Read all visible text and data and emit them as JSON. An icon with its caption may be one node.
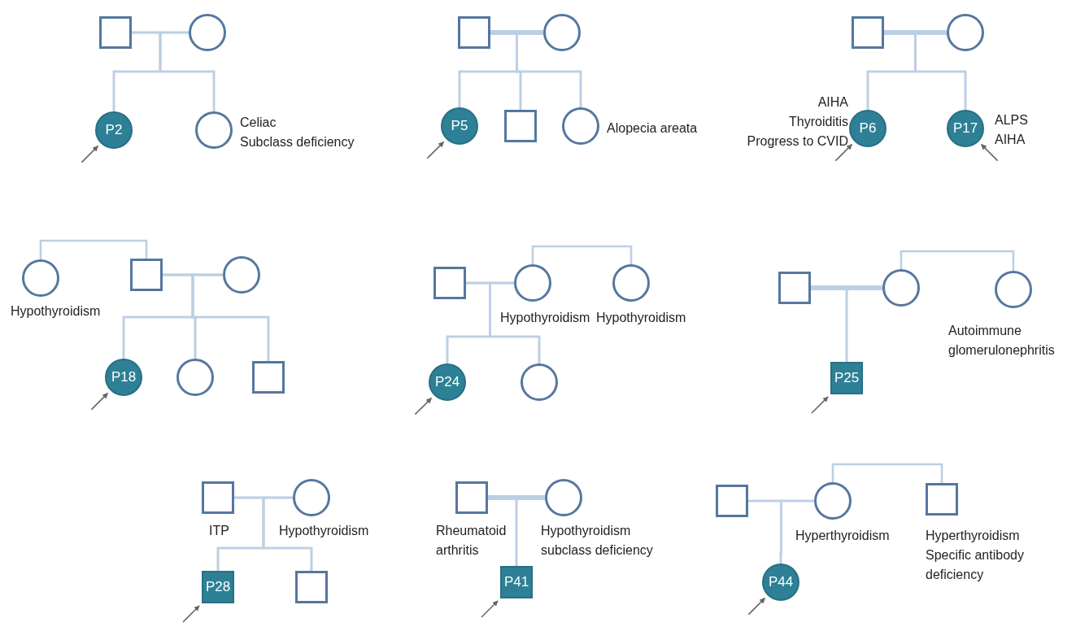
{
  "diagram": {
    "nodes": [
      {
        "text": [],
        "shape": "box"
      },
      {
        "text": [],
        "shape": "circle"
      },
      {
        "text": [
          "P2"
        ]
      },
      {
        "text": [],
        "shape": "circle",
        "beside": [
          "Celiac",
          "Subclass deficiency"
        ]
      },
      {
        "text": [],
        "shape": "box"
      },
      {
        "text": [],
        "shape": "circle"
      },
      {
        "text": [
          "P5"
        ]
      },
      {
        "text": [],
        "shape": "box"
      },
      {
        "text": [],
        "shape": "circle",
        "beside": [
          "Alopecia areata"
        ]
      },
      {
        "text": [],
        "shape": "box"
      },
      {
        "text": [],
        "shape": "circle"
      },
      {
        "text": [
          "P6"
        ],
        "beside": [
          "AIHA",
          "Thyroiditis",
          "Progress to CVID"
        ]
      },
      {
        "text": [
          "P17"
        ],
        "beside": [
          "ALPS",
          "AIHA"
        ]
      },
      {
        "text": [],
        "shape": "circle",
        "beside": [
          "Hypothyroidism"
        ]
      },
      {
        "text": [],
        "shape": "box"
      },
      {
        "text": [],
        "shape": "circle"
      },
      {
        "text": [
          "P18"
        ]
      },
      {
        "text": [],
        "shape": "circle"
      },
      {
        "text": [],
        "shape": "box"
      },
      {
        "text": [],
        "shape": "box"
      },
      {
        "text": [],
        "shape": "circle",
        "beside": [
          "Hypothyroidism"
        ]
      },
      {
        "text": [],
        "shape": "circle",
        "beside": [
          "Hypothyroidism"
        ]
      },
      {
        "text": [
          "P24"
        ]
      },
      {
        "text": [],
        "shape": "circle"
      },
      {
        "text": [],
        "shape": "box"
      },
      {
        "text": [],
        "shape": "circle"
      },
      {
        "text": [],
        "shape": "circle",
        "beside": [
          "Autoimmune glomerulonephritis"
        ]
      },
      {
        "text": [
          "P25"
        ]
      },
      {
        "text": [],
        "shape": "box",
        "beside": [
          "ITP"
        ]
      },
      {
        "text": [],
        "shape": "circle",
        "beside": [
          "Hypothyroidism"
        ]
      },
      {
        "text": [
          "P28"
        ]
      },
      {
        "text": [],
        "shape": "box"
      },
      {
        "text": [],
        "shape": "box",
        "beside": [
          "Rheumatoid arthritis"
        ]
      },
      {
        "text": [],
        "shape": "circle",
        "beside": [
          "Hypothyroidism",
          "subclass deficiency"
        ]
      },
      {
        "text": [
          "P41"
        ]
      },
      {
        "text": [],
        "shape": "box"
      },
      {
        "text": [],
        "shape": "circle",
        "beside": [
          "Hyperthyroidism"
        ]
      },
      {
        "text": [],
        "shape": "box",
        "beside": [
          "Hyperthyroidism",
          "Specific antibody deficiency"
        ]
      },
      {
        "text": [
          "P44"
        ]
      }
    ],
    "edges": [
      {
        "from": 0,
        "to": 1,
        "arrow": "none"
      },
      {
        "from": 0,
        "to": 2,
        "arrow": "none"
      },
      {
        "from": 1,
        "to": 2,
        "arrow": "none"
      },
      {
        "from": 0,
        "to": 3,
        "arrow": "none"
      },
      {
        "from": 1,
        "to": 3,
        "arrow": "none"
      },
      {
        "from": null,
        "to": 2,
        "arrow": "to",
        "color": "#666666"
      },
      {
        "from": 4,
        "to": 5,
        "arrow": "none",
        "style": "thick"
      },
      {
        "from": 4,
        "to": 6,
        "arrow": "none"
      },
      {
        "from": 5,
        "to": 6,
        "arrow": "none"
      },
      {
        "from": 4,
        "to": 7,
        "arrow": "none"
      },
      {
        "from": 5,
        "to": 7,
        "arrow": "none"
      },
      {
        "from": 4,
        "to": 8,
        "arrow": "none"
      },
      {
        "from": 5,
        "to": 8,
        "arrow": "none"
      },
      {
        "from": null,
        "to": 6,
        "arrow": "to",
        "color": "#666666"
      },
      {
        "from": 9,
        "to": 10,
        "arrow": "none",
        "style": "thick"
      },
      {
        "from": 9,
        "to": 11,
        "arrow": "none"
      },
      {
        "from": 10,
        "to": 11,
        "arrow": "none"
      },
      {
        "from": 9,
        "to": 12,
        "arrow": "none"
      },
      {
        "from": 10,
        "to": 12,
        "arrow": "none"
      },
      {
        "from": null,
        "to": 11,
        "arrow": "to",
        "color": "#666666"
      },
      {
        "from": null,
        "to": 12,
        "arrow": "to",
        "color": "#666666"
      },
      {
        "from": 13,
        "to": 14,
        "arrow": "none"
      },
      {
        "from": 14,
        "to": 15,
        "arrow": "none"
      },
      {
        "from": 14,
        "to": 16,
        "arrow": "none"
      },
      {
        "from": 15,
        "to": 16,
        "arrow": "none"
      },
      {
        "from": 14,
        "to": 17,
        "arrow": "none"
      },
      {
        "from": 15,
        "to": 17,
        "arrow": "none"
      },
      {
        "from": 14,
        "to": 18,
        "arrow": "none"
      },
      {
        "from": 15,
        "to": 18,
        "arrow": "none"
      },
      {
        "from": null,
        "to": 16,
        "arrow": "to",
        "color": "#666666"
      },
      {
        "from": 19,
        "to": 20,
        "arrow": "none"
      },
      {
        "from": 20,
        "to": 21,
        "arrow": "none"
      },
      {
        "from": 19,
        "to": 22,
        "arrow": "none"
      },
      {
        "from": 20,
        "to": 22,
        "arrow": "none"
      },
      {
        "from": 19,
        "to": 23,
        "arrow": "none"
      },
      {
        "from": 20,
        "to": 23,
        "arrow": "none"
      },
      {
        "from": null,
        "to": 22,
        "arrow": "to",
        "color": "#666666"
      },
      {
        "from": 24,
        "to": 25,
        "arrow": "none",
        "style": "thick"
      },
      {
        "from": 25,
        "to": 26,
        "arrow": "none"
      },
      {
        "from": 24,
        "to": 27,
        "arrow": "none"
      },
      {
        "from": 25,
        "to": 27,
        "arrow": "none"
      },
      {
        "from": null,
        "to": 27,
        "arrow": "to",
        "color": "#666666"
      },
      {
        "from": 28,
        "to": 29,
        "arrow": "none"
      },
      {
        "from": 28,
        "to": 30,
        "arrow": "none"
      },
      {
        "from": 29,
        "to": 30,
        "arrow": "none"
      },
      {
        "from": 28,
        "to": 31,
        "arrow": "none"
      },
      {
        "from": 29,
        "to": 31,
        "arrow": "none"
      },
      {
        "from": null,
        "to": 30,
        "arrow": "to",
        "color": "#666666"
      },
      {
        "from": 32,
        "to": 33,
        "arrow": "none",
        "style": "thick"
      },
      {
        "from": 32,
        "to": 34,
        "arrow": "none"
      },
      {
        "from": 33,
        "to": 34,
        "arrow": "none"
      },
      {
        "from": null,
        "to": 34,
        "arrow": "to",
        "color": "#666666"
      },
      {
        "from": 35,
        "to": 36,
        "arrow": "none"
      },
      {
        "from": 36,
        "to": 37,
        "arrow": "none"
      },
      {
        "from": 35,
        "to": 38,
        "arrow": "none"
      },
      {
        "from": 36,
        "to": 38,
        "arrow": "none"
      },
      {
        "from": null,
        "to": 38,
        "arrow": "to",
        "color": "#666666"
      }
    ]
  }
}
